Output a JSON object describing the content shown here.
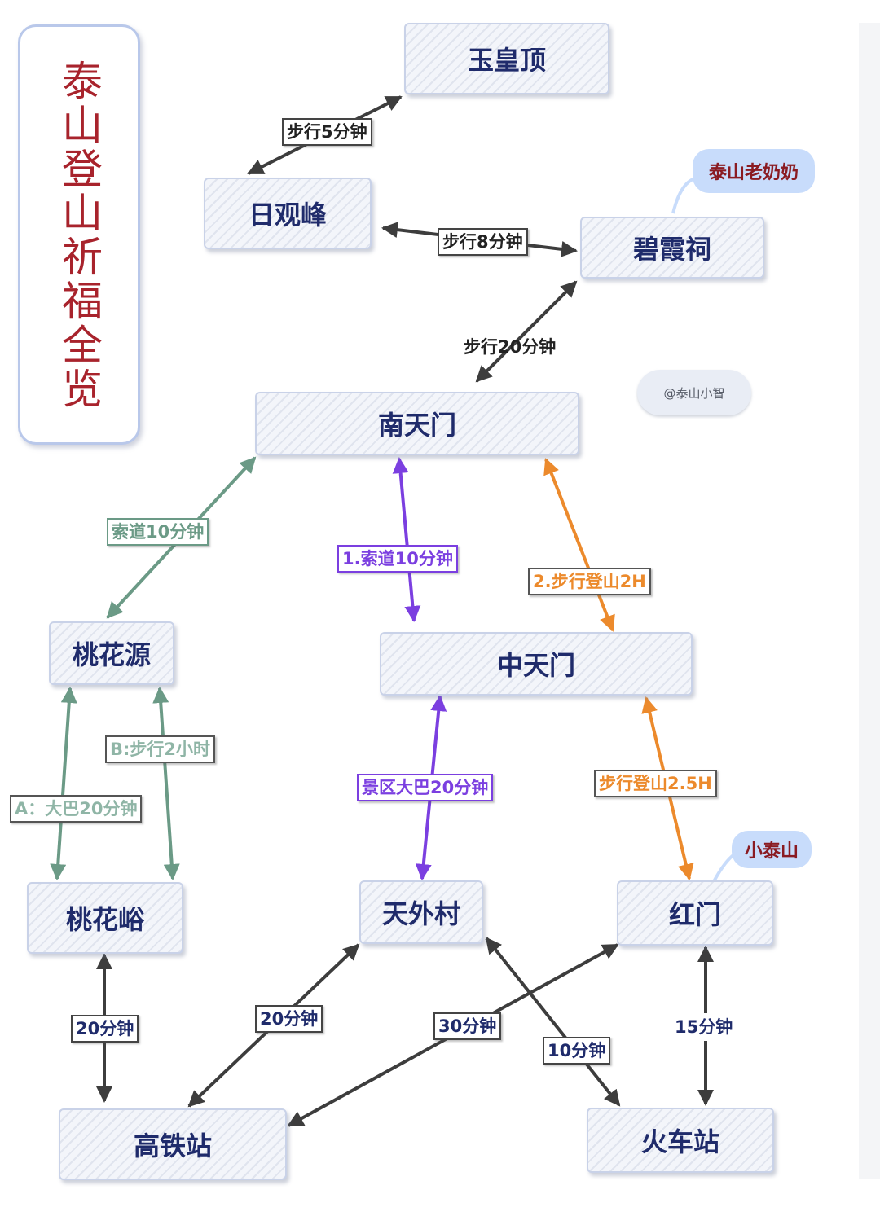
{
  "title": "泰山登山祈福全览",
  "watermark": "@泰山小智",
  "callouts": {
    "grandma": "泰山老奶奶",
    "xiaotaishan": "小泰山"
  },
  "nodes": {
    "yuhuangding": "玉皇顶",
    "riguanfeng": "日观峰",
    "bixiaci": "碧霞祠",
    "nantianmen": "南天门",
    "taohuayuan": "桃花源",
    "zhongtianmen": "中天门",
    "taohuayu": "桃花峪",
    "tianwaicun": "天外村",
    "hongmen": "红门",
    "gaotiezhan": "高铁站",
    "huochezhan": "火车站"
  },
  "edges": {
    "riguan_yuhuang": "步行5分钟",
    "riguan_bixia": "步行8分钟",
    "bixia_nantian": "步行20分钟",
    "nantian_taohuayuan": "索道10分钟",
    "nantian_zhong_cable": "1.索道10分钟",
    "nantian_zhong_walk": "2.步行登山2H",
    "taohuayuan_b": "B:步行2小时",
    "taohuayuan_a": "A：大巴20分钟",
    "zhong_tianwai": "景区大巴20分钟",
    "zhong_hongmen": "步行登山2.5H",
    "taohuayu_gaotie": "20分钟",
    "gaotie_tianwai": "20分钟",
    "gaotie_hongmen": "30分钟",
    "tianwai_huoche": "10分钟",
    "hongmen_huoche": "15分钟"
  },
  "colors": {
    "dark": "#3d3d3d",
    "teal": "#6b9a86",
    "purple": "#7b3fe0",
    "orange": "#ec8a2c",
    "node_text": "#1f2b6b",
    "title_red": "#a8232c"
  }
}
